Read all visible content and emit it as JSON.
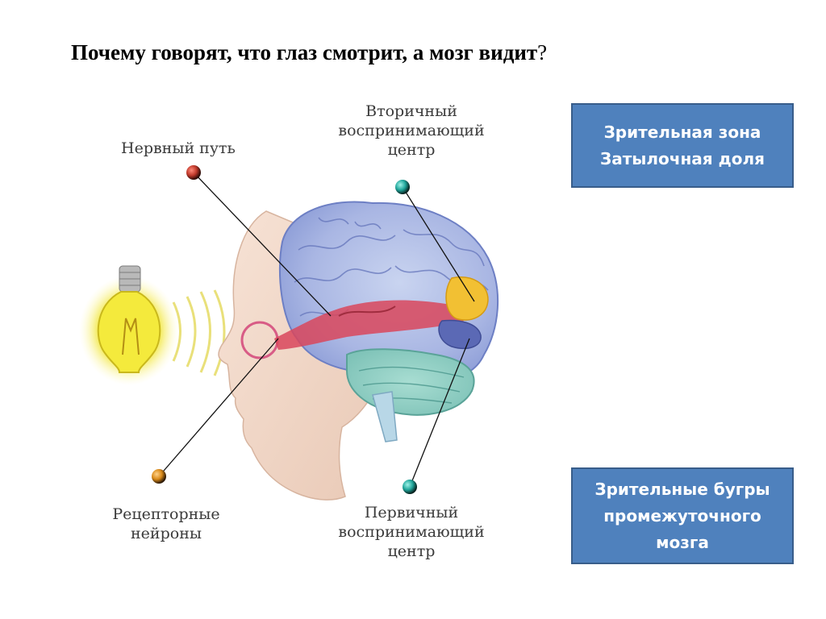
{
  "title": {
    "text": "Почему говорят, что глаз смотрит, а мозг видит",
    "question_mark": "?"
  },
  "labels": {
    "nerve_path": [
      "Нервный путь"
    ],
    "secondary_center": [
      "Вторичный",
      "воспринимающий",
      "центр"
    ],
    "receptor_neurons": [
      "Рецепторные",
      "нейроны"
    ],
    "primary_center": [
      "Первичный",
      "воспринимающий",
      "центр"
    ]
  },
  "boxes": {
    "visual_zone": [
      "Зрительная зона",
      "Затылочная доля"
    ],
    "thalamus": [
      "Зрительные бугры",
      "промежуточного",
      "мозга"
    ]
  },
  "colors": {
    "box_fill": "#4f81bd",
    "box_border": "#385d8a",
    "marker_red": "#c0392b",
    "marker_teal": "#1fa59a",
    "marker_orange": "#d98a1a"
  }
}
